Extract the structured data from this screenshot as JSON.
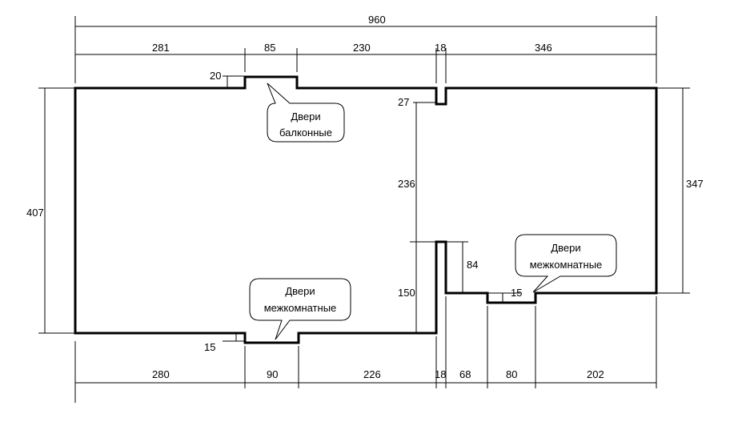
{
  "dimensions": {
    "total_width": "960",
    "top": [
      "281",
      "85",
      "230",
      "18",
      "346"
    ],
    "bottom": [
      "280",
      "90",
      "226",
      "18",
      "68",
      "80",
      "202"
    ],
    "left_height": "407",
    "right_height": "347",
    "balcony_notch": "20",
    "top_stub": "27",
    "partition_upper": "236",
    "partition_lower": "150",
    "right_notch_drop": "84",
    "right_door_notch": "15",
    "bottom_door_notch": "15"
  },
  "callouts": {
    "balcony": {
      "line1": "Двери",
      "line2": "балконные"
    },
    "interior_left": {
      "line1": "Двери",
      "line2": "межкомнатные"
    },
    "interior_right": {
      "line1": "Двери",
      "line2": "межкомнатные"
    }
  }
}
